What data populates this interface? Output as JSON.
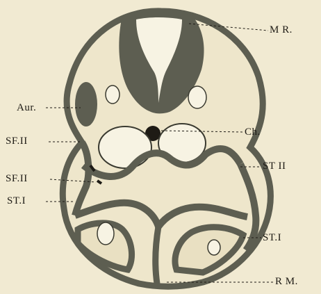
{
  "labels": {
    "mr": "M R.",
    "aur": "Aur.",
    "ch": "Ch.",
    "sf_ii_upper": "SF.II",
    "st_ii": "ST II",
    "sf_ii_lower": "SF.II",
    "st_i_left": "ST.I",
    "st_i_right": "ST.I",
    "rm": "R M."
  },
  "colors": {
    "background": "#f1ead2",
    "ink": "#1e1b15",
    "tissue_dark": "#5d5e51",
    "cavity_light": "#f7f3e3"
  }
}
